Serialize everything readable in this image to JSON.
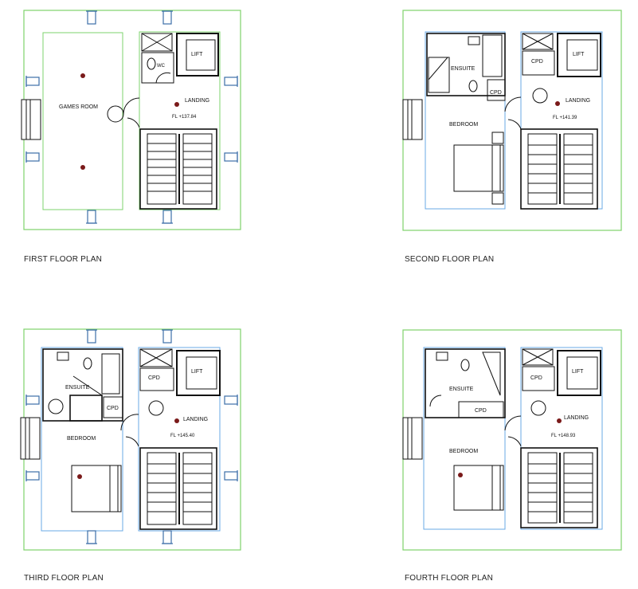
{
  "colors": {
    "site_boundary": "#7ed36c",
    "partition": "#6aa9e6",
    "wall": "#111111",
    "window": "#3c6fa8",
    "marker": "#7a1a1a"
  },
  "plans": [
    {
      "caption": "FIRST FLOOR PLAN",
      "rooms": {
        "games": "GAMES ROOM",
        "wc": "WC",
        "lift": "LIFT",
        "landing": "LANDING"
      },
      "level": "FL +137.84"
    },
    {
      "caption": "SECOND FLOOR PLAN",
      "rooms": {
        "ensuite": "ENSUITE",
        "cpd_a": "CPD",
        "cpd_b": "CPD",
        "lift": "LIFT",
        "landing": "LANDING",
        "bedroom": "BEDROOM"
      },
      "level": "FL +141.39"
    },
    {
      "caption": "THIRD FLOOR PLAN",
      "rooms": {
        "ensuite": "ENSUITE",
        "cpd_a": "CPD",
        "cpd_b": "CPD",
        "lift": "LIFT",
        "landing": "LANDING",
        "bedroom": "BEDROOM"
      },
      "level": "FL +145.40"
    },
    {
      "caption": "FOURTH FLOOR PLAN",
      "rooms": {
        "ensuite": "ENSUITE",
        "cpd_a": "CPD",
        "cpd_b": "CPD",
        "lift": "LIFT",
        "landing": "LANDING",
        "bedroom": "BEDROOM"
      },
      "level": "FL +148.93"
    }
  ]
}
